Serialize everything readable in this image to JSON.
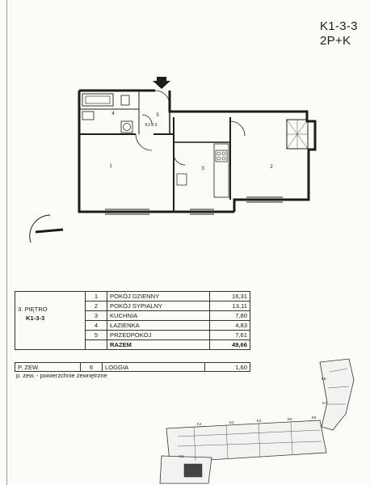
{
  "title": {
    "code": "K1-3-3",
    "type": "2P+K"
  },
  "plan": {
    "unit_label": "K1-3-3",
    "room_numbers": [
      "1",
      "2",
      "3",
      "4",
      "5"
    ]
  },
  "legend": {
    "level": "3. PIĘTRO",
    "unit": "K1-3-3",
    "rooms": [
      {
        "no": "1",
        "name": "POKÓJ DZIENNY",
        "area": "16,31"
      },
      {
        "no": "2",
        "name": "POKÓJ SYPIALNY",
        "area": "13,11"
      },
      {
        "no": "3",
        "name": "KUCHNIA",
        "area": "7,80"
      },
      {
        "no": "4",
        "name": "ŁAZIENKA",
        "area": "4,83"
      },
      {
        "no": "5",
        "name": "PRZEDPOKÓJ",
        "area": "7,61"
      }
    ],
    "total_label": "RAZEM",
    "total_area": "49,66"
  },
  "external": {
    "prefix": "P. ZEW.",
    "no": "6",
    "name": "LOGGIA",
    "area": "1,60",
    "note": "p. zew. - powierzchnie zewnętrzne"
  },
  "site": {
    "labels": [
      "K1",
      "K2",
      "K3",
      "K4",
      "K5",
      "K6",
      "K7",
      "K8"
    ]
  },
  "colors": {
    "ink": "#1c1c1c",
    "paper": "#fbfbf8"
  }
}
